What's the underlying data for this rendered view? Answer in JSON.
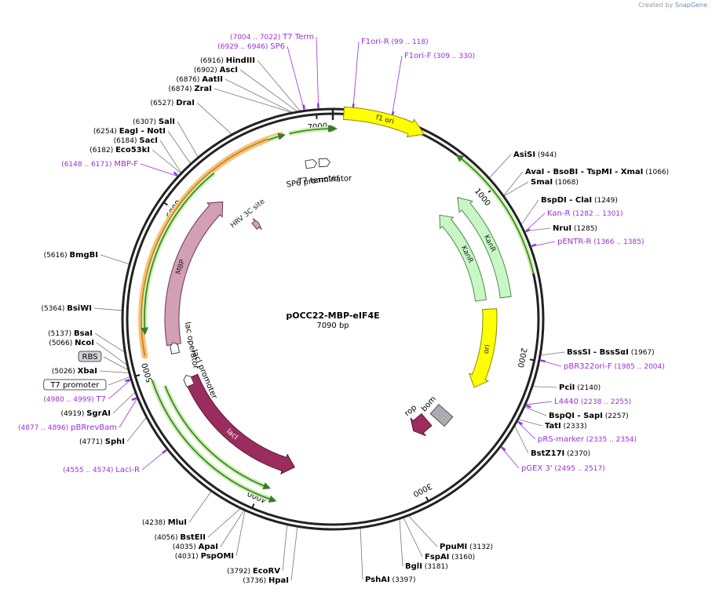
{
  "header": {
    "credit_text": "Created by",
    "brand": "SnapGene"
  },
  "plasmid": {
    "name": "pOCC22-MBP-eIF4E",
    "length_label": "7090 bp",
    "length": 7090
  },
  "ticks": [
    "1000",
    "2000",
    "3000",
    "4000",
    "5000",
    "6000",
    "7000"
  ],
  "sites": [
    {
      "enzyme": "AsiSI",
      "pos": "(944)",
      "bp": 944,
      "kind": "enzyme"
    },
    {
      "enzyme": "AvaI - BsoBI - TspMI - XmaI",
      "pos": "(1066)",
      "bp": 1066,
      "kind": "enzyme"
    },
    {
      "enzyme": "SmaI",
      "pos": "(1068)",
      "bp": 1068,
      "kind": "enzyme"
    },
    {
      "enzyme": "BspDI - ClaI",
      "pos": "(1249)",
      "bp": 1249,
      "kind": "enzyme"
    },
    {
      "enzyme": "Kan-R",
      "pos": "(1282 .. 1301)",
      "bp": 1291,
      "kind": "primer"
    },
    {
      "enzyme": "NruI",
      "pos": "(1285)",
      "bp": 1285,
      "kind": "enzyme"
    },
    {
      "enzyme": "pENTR-R",
      "pos": "(1366 .. 1385)",
      "bp": 1375,
      "kind": "primer"
    },
    {
      "enzyme": "BssSI - BssSαI",
      "pos": "(1967)",
      "bp": 1967,
      "kind": "enzyme"
    },
    {
      "enzyme": "pBR322ori-F",
      "pos": "(1985 .. 2004)",
      "bp": 1994,
      "kind": "primer"
    },
    {
      "enzyme": "PciI",
      "pos": "(2140)",
      "bp": 2140,
      "kind": "enzyme"
    },
    {
      "enzyme": "L4440",
      "pos": "(2238 .. 2255)",
      "bp": 2246,
      "kind": "primer"
    },
    {
      "enzyme": "BspQI - SapI",
      "pos": "(2257)",
      "bp": 2257,
      "kind": "enzyme"
    },
    {
      "enzyme": "TatI",
      "pos": "(2333)",
      "bp": 2333,
      "kind": "enzyme"
    },
    {
      "enzyme": "pRS-marker",
      "pos": "(2335 .. 2354)",
      "bp": 2344,
      "kind": "primer"
    },
    {
      "enzyme": "BstZ17I",
      "pos": "(2370)",
      "bp": 2370,
      "kind": "enzyme"
    },
    {
      "enzyme": "pGEX 3'",
      "pos": "(2495 .. 2517)",
      "bp": 2506,
      "kind": "primer"
    },
    {
      "enzyme": "PpuMI",
      "pos": "(3132)",
      "bp": 3132,
      "kind": "enzyme"
    },
    {
      "enzyme": "FspAI",
      "pos": "(3160)",
      "bp": 3160,
      "kind": "enzyme"
    },
    {
      "enzyme": "BglI",
      "pos": "(3181)",
      "bp": 3181,
      "kind": "enzyme"
    },
    {
      "enzyme": "PshAI",
      "pos": "(3397)",
      "bp": 3397,
      "kind": "enzyme"
    },
    {
      "enzyme": "HpaI",
      "pos": "(3736)",
      "bp": 3736,
      "kind": "enzyme"
    },
    {
      "enzyme": "EcoRV",
      "pos": "(3792)",
      "bp": 3792,
      "kind": "enzyme"
    },
    {
      "enzyme": "PspOMI",
      "pos": "(4031)",
      "bp": 4031,
      "kind": "enzyme"
    },
    {
      "enzyme": "ApaI",
      "pos": "(4035)",
      "bp": 4035,
      "kind": "enzyme"
    },
    {
      "enzyme": "BstEII",
      "pos": "(4056)",
      "bp": 4056,
      "kind": "enzyme"
    },
    {
      "enzyme": "MluI",
      "pos": "(4238)",
      "bp": 4238,
      "kind": "enzyme"
    },
    {
      "enzyme": "LacI-R",
      "pos": "(4555 .. 4574)",
      "bp": 4565,
      "kind": "primer"
    },
    {
      "enzyme": "SphI",
      "pos": "(4771)",
      "bp": 4771,
      "kind": "enzyme"
    },
    {
      "enzyme": "pBRrevBam",
      "pos": "(4877 .. 4896)",
      "bp": 4886,
      "kind": "primer"
    },
    {
      "enzyme": "SgrAI",
      "pos": "(4919)",
      "bp": 4919,
      "kind": "enzyme"
    },
    {
      "enzyme": "T7",
      "pos": "(4980 .. 4999)",
      "bp": 4990,
      "kind": "primer"
    },
    {
      "enzyme": "T7 promoter",
      "pos": "",
      "bp": 5005,
      "kind": "boxed"
    },
    {
      "enzyme": "XbaI",
      "pos": "(5026)",
      "bp": 5026,
      "kind": "enzyme"
    },
    {
      "enzyme": "RBS",
      "pos": "",
      "bp": 5040,
      "kind": "boxedgray"
    },
    {
      "enzyme": "NcoI",
      "pos": "(5066)",
      "bp": 5066,
      "kind": "enzyme"
    },
    {
      "enzyme": "BsaI",
      "pos": "(5137)",
      "bp": 5137,
      "kind": "enzyme"
    },
    {
      "enzyme": "BsiWI",
      "pos": "(5364)",
      "bp": 5364,
      "kind": "enzyme"
    },
    {
      "enzyme": "BmgBI",
      "pos": "(5616)",
      "bp": 5616,
      "kind": "enzyme"
    },
    {
      "enzyme": "MBP-F",
      "pos": "(6148 .. 6171)",
      "bp": 6160,
      "kind": "primer"
    },
    {
      "enzyme": "Eco53kI",
      "pos": "(6182)",
      "bp": 6182,
      "kind": "enzyme"
    },
    {
      "enzyme": "SacI",
      "pos": "(6184)",
      "bp": 6184,
      "kind": "enzyme"
    },
    {
      "enzyme": "EagI - NotI",
      "pos": "(6254)",
      "bp": 6254,
      "kind": "enzyme"
    },
    {
      "enzyme": "SalI",
      "pos": "(6307)",
      "bp": 6307,
      "kind": "enzyme"
    },
    {
      "enzyme": "DraI",
      "pos": "(6527)",
      "bp": 6527,
      "kind": "enzyme"
    },
    {
      "enzyme": "ZraI",
      "pos": "(6874)",
      "bp": 6874,
      "kind": "enzyme"
    },
    {
      "enzyme": "AatII",
      "pos": "(6876)",
      "bp": 6876,
      "kind": "enzyme"
    },
    {
      "enzyme": "AscI",
      "pos": "(6902)",
      "bp": 6902,
      "kind": "enzyme"
    },
    {
      "enzyme": "HindIII",
      "pos": "(6916)",
      "bp": 6916,
      "kind": "enzyme"
    },
    {
      "enzyme": "SP6",
      "pos": "(6929 .. 6946)",
      "bp": 6937,
      "kind": "primer"
    },
    {
      "enzyme": "T7 Term",
      "pos": "(7004 .. 7022)",
      "bp": 7013,
      "kind": "primer"
    },
    {
      "enzyme": "F1ori-R",
      "pos": "(99 .. 118)",
      "bp": 108,
      "kind": "primer"
    },
    {
      "enzyme": "F1ori-F",
      "pos": "(309 .. 330)",
      "bp": 320,
      "kind": "primer"
    }
  ],
  "features": [
    {
      "name": "f1 ori",
      "start": 60,
      "end": 516,
      "radius": 263,
      "width": 16,
      "color": "#ffff00",
      "stroke": "#8a8a00",
      "dir": 1,
      "label": "inside"
    },
    {
      "name": "KanR",
      "start": 900,
      "end": 1630,
      "radius": 222,
      "width": 14,
      "color": "#c8f7c5",
      "stroke": "#4a8a4a",
      "dir": -1,
      "label": "inside"
    },
    {
      "name": "KanR",
      "start": 900,
      "end": 1630,
      "radius": 190,
      "width": 14,
      "color": "#c8f7c5",
      "stroke": "#4a8a4a",
      "dir": -1,
      "label": "inside"
    },
    {
      "name": "ori",
      "start": 1700,
      "end": 2280,
      "radius": 200,
      "width": 18,
      "color": "#ffff00",
      "stroke": "#8a8a00",
      "dir": 1,
      "label": "inside"
    },
    {
      "name": "lacI",
      "start": 3830,
      "end": 4880,
      "radius": 195,
      "width": 18,
      "color": "#9b2c5e",
      "stroke": "#5a1535",
      "dir": -1,
      "label": "inside"
    },
    {
      "name": "MBP",
      "start": 5140,
      "end": 6240,
      "radius": 205,
      "width": 18,
      "color": "#d29fb5",
      "stroke": "#6a3a50",
      "dir": 1,
      "label": "inside"
    },
    {
      "name": "HRV 3C site",
      "start": 6300,
      "end": 6350,
      "radius": 155,
      "width": 10,
      "color": "#d29fb5",
      "stroke": "#6a3a50",
      "dir": 1,
      "label": "outsideR"
    }
  ],
  "green_arcs": [
    {
      "start": 6830,
      "end": 7089,
      "radius": 243,
      "dir": 1
    },
    {
      "start": 0,
      "end": 10,
      "radius": 243,
      "dir": 1
    },
    {
      "start": 6700,
      "end": 6790,
      "radius": 243,
      "dir": 1
    },
    {
      "start": 5240,
      "end": 6320,
      "radius": 240,
      "dir": -1
    },
    {
      "start": 3900,
      "end": 4950,
      "radius": 243,
      "dir": -1
    },
    {
      "start": 3960,
      "end": 4890,
      "radius": 230,
      "dir": -1
    },
    {
      "start": 740,
      "end": 1520,
      "radius": 262,
      "dir": -1
    }
  ],
  "orange_arc": {
    "start": 5100,
    "end": 6780,
    "radius": 244
  },
  "small_features": [
    {
      "name": "SP6 promoter",
      "bp": 6929,
      "radius": 200
    },
    {
      "name": "T7 terminator",
      "bp": 7025,
      "radius": 200
    },
    {
      "name": "lac operator",
      "bp": 5110,
      "radius": 205
    },
    {
      "name": "lacI promoter",
      "bp": 4860,
      "radius": 200
    },
    {
      "name": "bom",
      "bp": 2590,
      "radius": 185
    },
    {
      "name": "rop",
      "bp": 2750,
      "radius": 175
    }
  ]
}
